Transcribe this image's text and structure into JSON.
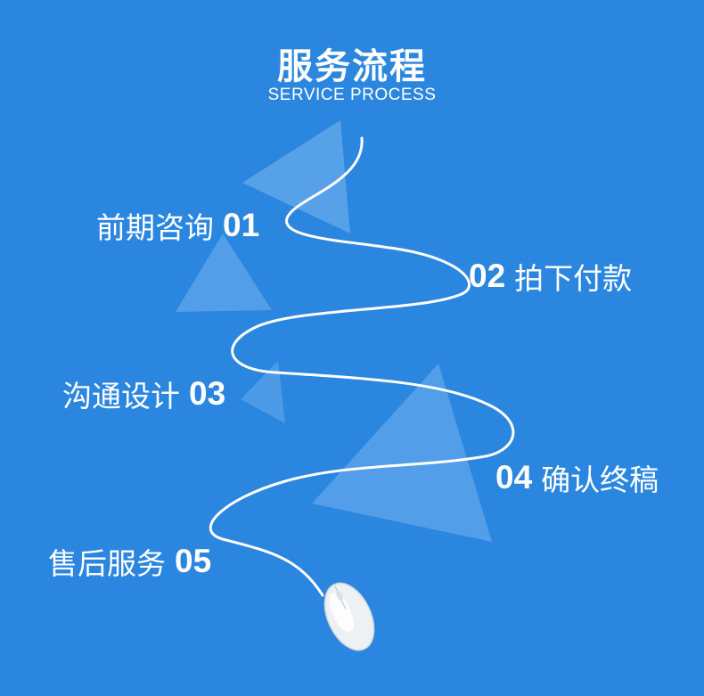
{
  "header": {
    "title": "服务流程",
    "subtitle": "SERVICE PROCESS"
  },
  "steps": [
    {
      "label": "前期咨询",
      "number": "01"
    },
    {
      "label": "拍下付款",
      "number": "02"
    },
    {
      "label": "沟通设计",
      "number": "03"
    },
    {
      "label": "确认终稿",
      "number": "04"
    },
    {
      "label": "售后服务",
      "number": "05"
    }
  ],
  "colors": {
    "background": "#2a86df",
    "text": "#ffffff",
    "triangle": "#7ab8f0",
    "cable": "#ffffff",
    "mouse": "#f4f6f8"
  },
  "decorations": [
    "triangle-shapes",
    "mouse-cable",
    "computer-mouse"
  ]
}
